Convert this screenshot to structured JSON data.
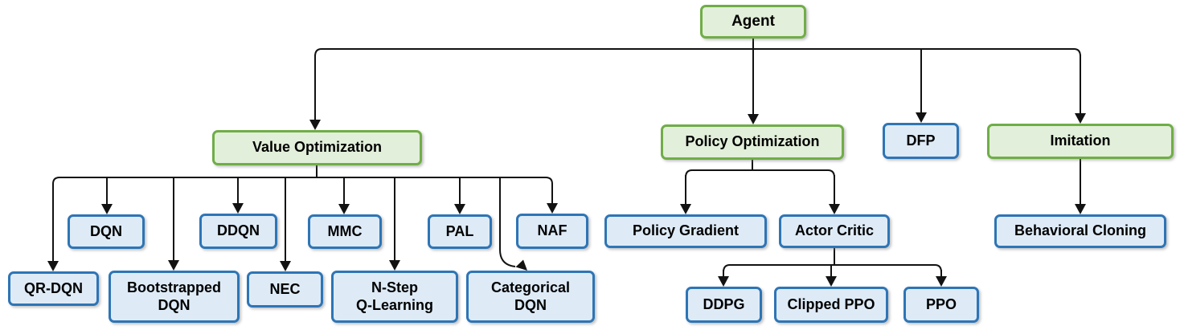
{
  "diagram_type": "hierarchy-tree",
  "palette": {
    "category_green_border": "#70AD47",
    "category_green_fill": "#E2EFDA",
    "algorithm_blue_border": "#2E75B6",
    "algorithm_blue_fill": "#DEEBF7",
    "edge_color": "#121212",
    "text_color": "#000000",
    "background": "#FFFFFF"
  },
  "nodes": [
    {
      "id": "agent",
      "label": "Agent",
      "category": "green"
    },
    {
      "id": "value-optimization",
      "label": "Value Optimization",
      "category": "green"
    },
    {
      "id": "policy-optimization",
      "label": "Policy Optimization",
      "category": "green"
    },
    {
      "id": "dfp",
      "label": "DFP",
      "category": "blue"
    },
    {
      "id": "imitation",
      "label": "Imitation",
      "category": "green"
    },
    {
      "id": "dqn",
      "label": "DQN",
      "category": "blue"
    },
    {
      "id": "ddqn",
      "label": "DDQN",
      "category": "blue"
    },
    {
      "id": "mmc",
      "label": "MMC",
      "category": "blue"
    },
    {
      "id": "pal",
      "label": "PAL",
      "category": "blue"
    },
    {
      "id": "naf",
      "label": "NAF",
      "category": "blue"
    },
    {
      "id": "qr-dqn",
      "label": "QR-DQN",
      "category": "blue"
    },
    {
      "id": "bootstrapped-dqn",
      "label": "Bootstrapped\nDQN",
      "category": "blue"
    },
    {
      "id": "nec",
      "label": "NEC",
      "category": "blue"
    },
    {
      "id": "n-step-q-learning",
      "label": "N-Step\nQ-Learning",
      "category": "blue"
    },
    {
      "id": "categorical-dqn",
      "label": "Categorical\nDQN",
      "category": "blue"
    },
    {
      "id": "policy-gradient",
      "label": "Policy Gradient",
      "category": "blue"
    },
    {
      "id": "actor-critic",
      "label": "Actor Critic",
      "category": "blue"
    },
    {
      "id": "ddpg",
      "label": "DDPG",
      "category": "blue"
    },
    {
      "id": "clipped-ppo",
      "label": "Clipped PPO",
      "category": "blue"
    },
    {
      "id": "ppo",
      "label": "PPO",
      "category": "blue"
    },
    {
      "id": "behavioral-cloning",
      "label": "Behavioral Cloning",
      "category": "blue"
    }
  ],
  "hierarchy": {
    "Agent": [
      "Value Optimization",
      "Policy Optimization",
      "DFP",
      "Imitation"
    ],
    "Value Optimization": [
      "QR-DQN",
      "DQN",
      "Bootstrapped DQN",
      "DDQN",
      "NEC",
      "MMC",
      "N-Step Q-Learning",
      "PAL",
      "Categorical DQN",
      "NAF"
    ],
    "Policy Optimization": [
      "Policy Gradient",
      "Actor Critic"
    ],
    "Actor Critic": [
      "DDPG",
      "Clipped PPO",
      "PPO"
    ],
    "Imitation": [
      "Behavioral Cloning"
    ]
  }
}
